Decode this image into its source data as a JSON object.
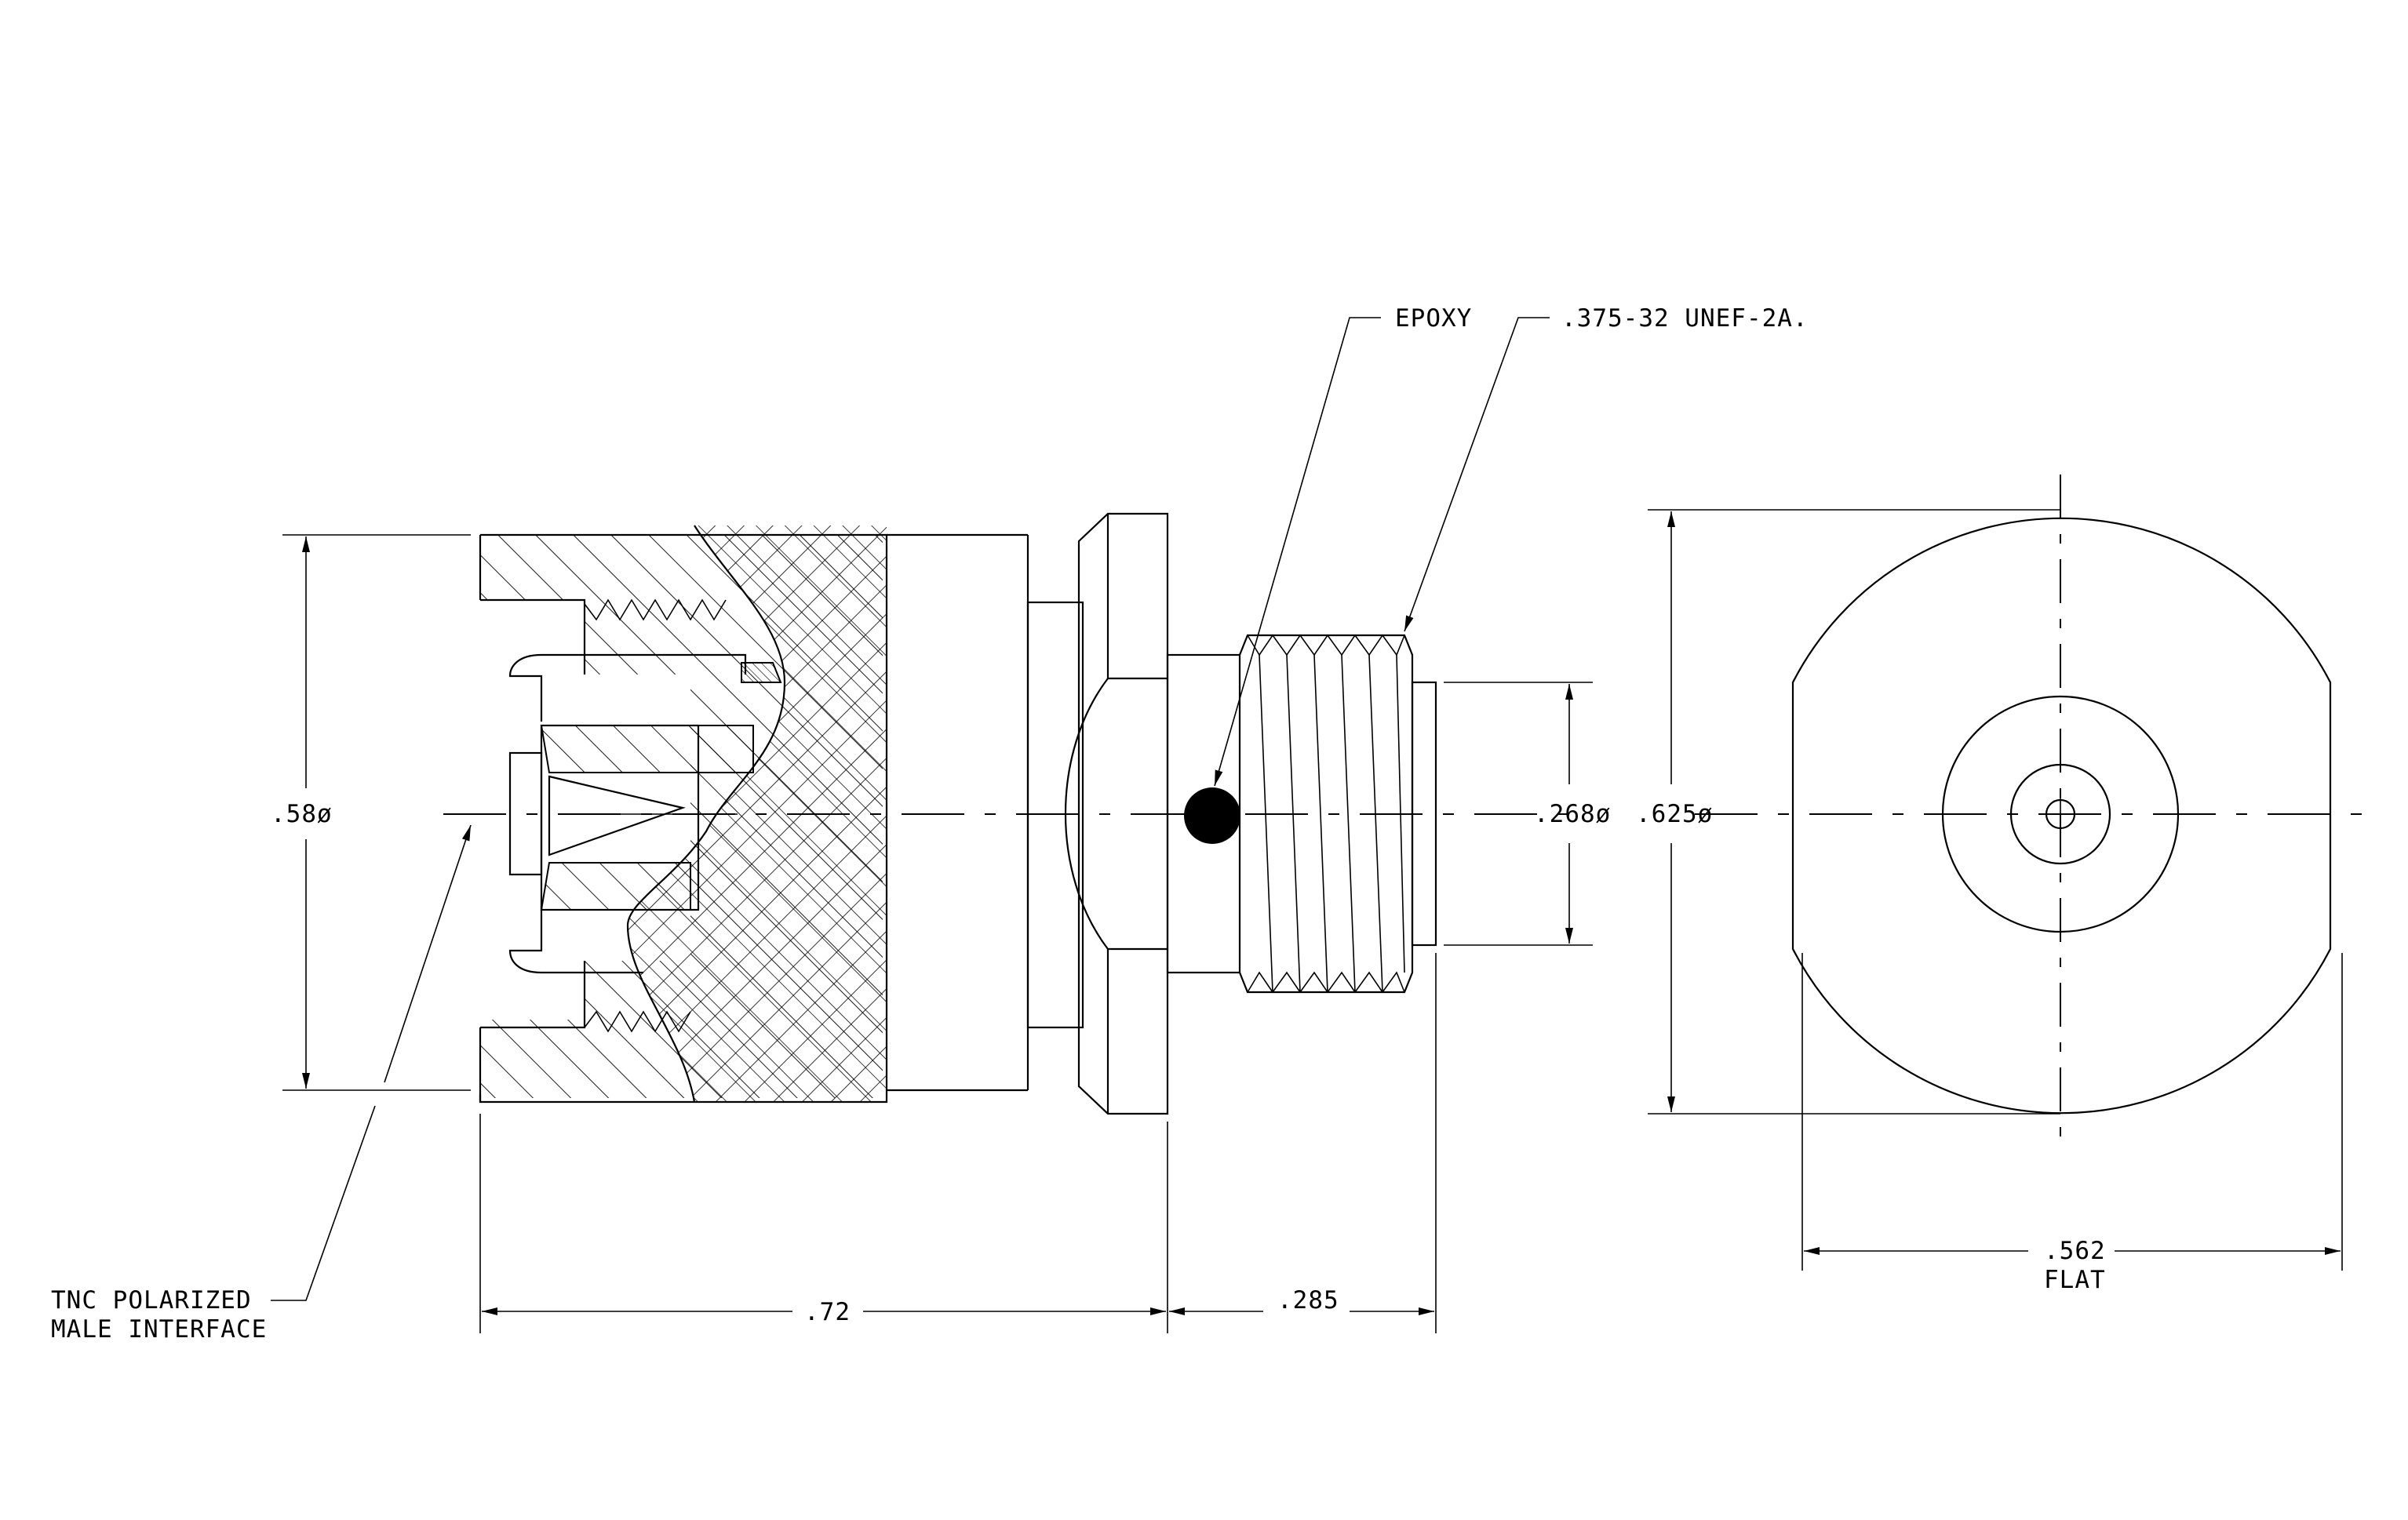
{
  "labels": {
    "epoxy": "EPOXY",
    "thread": ".375-32 UNEF-2A.",
    "dia_058": ".58ø",
    "dia_0268": ".268ø",
    "dia_0625": ".625ø",
    "len_072": ".72",
    "len_0285": ".285",
    "flat_value": ".562",
    "flat_word": "FLAT",
    "interface_line1": "TNC POLARIZED",
    "interface_line2": "MALE INTERFACE"
  },
  "colors": {
    "line": "#000000",
    "background": "#ffffff"
  }
}
